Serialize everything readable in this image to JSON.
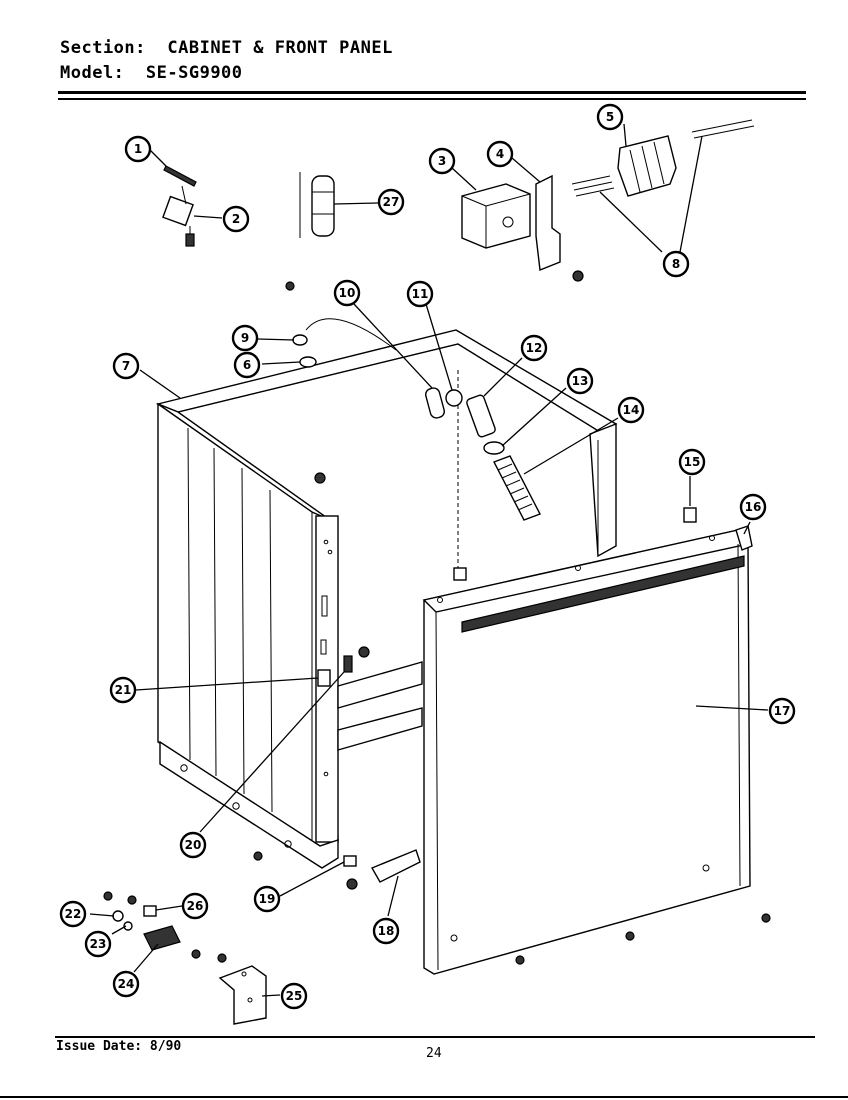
{
  "header": {
    "section_label": "Section:",
    "section_value": "CABINET & FRONT PANEL",
    "model_label": "Model:",
    "model_value": "SE-SG9900"
  },
  "callouts": [
    "1",
    "2",
    "3",
    "4",
    "5",
    "6",
    "7",
    "8",
    "9",
    "10",
    "11",
    "12",
    "13",
    "14",
    "15",
    "16",
    "17",
    "18",
    "19",
    "20",
    "21",
    "22",
    "23",
    "24",
    "25",
    "26",
    "27"
  ],
  "footer": {
    "issue_date": "Issue Date: 8/90",
    "page_number": "24"
  }
}
